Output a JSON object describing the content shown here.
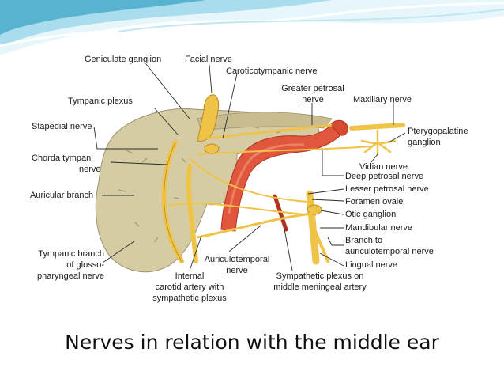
{
  "colors": {
    "banner_light": "#dff3f8",
    "banner_mid": "#9fd6e6",
    "banner_dark": "#4aa7c7",
    "bone": "#d9cfa9",
    "nerve": "#f0c24a",
    "nerve_stroke": "#b98a1e",
    "artery": "#e2553b",
    "artery_dark": "#b3321f"
  },
  "diagram": {
    "labels": {
      "geniculate_ganglion": "Geniculate ganglion",
      "facial_nerve": "Facial nerve",
      "caroticotympanic_nerve": "Caroticotympanic nerve",
      "greater_petrosal_1": "Greater petrosal",
      "greater_petrosal_2": "nerve",
      "maxillary_nerve": "Maxillary nerve",
      "tympanic_plexus": "Tympanic plexus",
      "pterygopalatine_1": "Pterygopalatine",
      "pterygopalatine_2": "ganglion",
      "stapedial_nerve": "Stapedial nerve",
      "chorda_tympani_1": "Chorda tympani",
      "chorda_tympani_2": "nerve",
      "vidian_nerve": "Vidian nerve",
      "deep_petrosal_nerve": "Deep petrosal nerve",
      "auricular_branch": "Auricular branch",
      "lesser_petrosal_nerve": "Lesser petrosal nerve",
      "foramen_ovale": "Foramen ovale",
      "otic_ganglion": "Otic ganglion",
      "mandibular_nerve": "Mandibular nerve",
      "branch_to_1": "Branch to",
      "branch_to_2": "auriculotemporal nerve",
      "tympanic_branch_1": "Tympanic branch",
      "tympanic_branch_2": "of glosso-",
      "tympanic_branch_3": "pharyngeal nerve",
      "lingual_nerve": "Lingual nerve",
      "auriculotemporal_1": "Auriculotemporal",
      "auriculotemporal_2": "nerve",
      "internal_carotid_1": "Internal",
      "internal_carotid_2": "carotid artery with",
      "internal_carotid_3": "sympathetic plexus",
      "sympathetic_plexus_1": "Sympathetic plexus on",
      "sympathetic_plexus_2": "middle meningeal artery"
    }
  },
  "caption": "Nerves in relation with the middle ear"
}
